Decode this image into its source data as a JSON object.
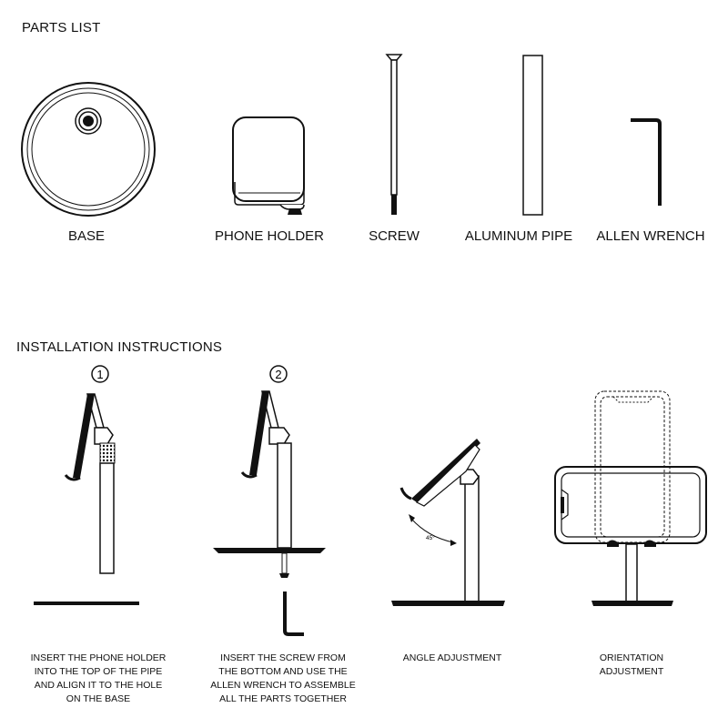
{
  "parts_list": {
    "heading": "PARTS LIST",
    "items": [
      {
        "name": "BASE"
      },
      {
        "name": "PHONE HOLDER"
      },
      {
        "name": "SCREW"
      },
      {
        "name": "ALUMINUM PIPE"
      },
      {
        "name": "ALLEN WRENCH"
      }
    ]
  },
  "installation": {
    "heading": "INSTALLATION INSTRUCTIONS",
    "steps": [
      {
        "number": "1",
        "lines": [
          "INSERT THE PHONE HOLDER",
          "INTO THE TOP OF THE PIPE",
          "AND ALIGN IT TO THE HOLE",
          "ON THE BASE"
        ]
      },
      {
        "number": "2",
        "lines": [
          "INSERT THE SCREW FROM",
          "THE BOTTOM AND USE THE",
          "ALLEN WRENCH TO ASSEMBLE",
          "ALL THE PARTS TOGETHER"
        ]
      },
      {
        "number": "",
        "lines": [
          "ANGLE ADJUSTMENT"
        ]
      },
      {
        "number": "",
        "lines": [
          "ORIENTATION",
          "ADJUSTMENT"
        ]
      }
    ],
    "angle_label": "45°"
  },
  "colors": {
    "line": "#111111",
    "fill_dark": "#1a1a1a",
    "background": "#ffffff"
  }
}
